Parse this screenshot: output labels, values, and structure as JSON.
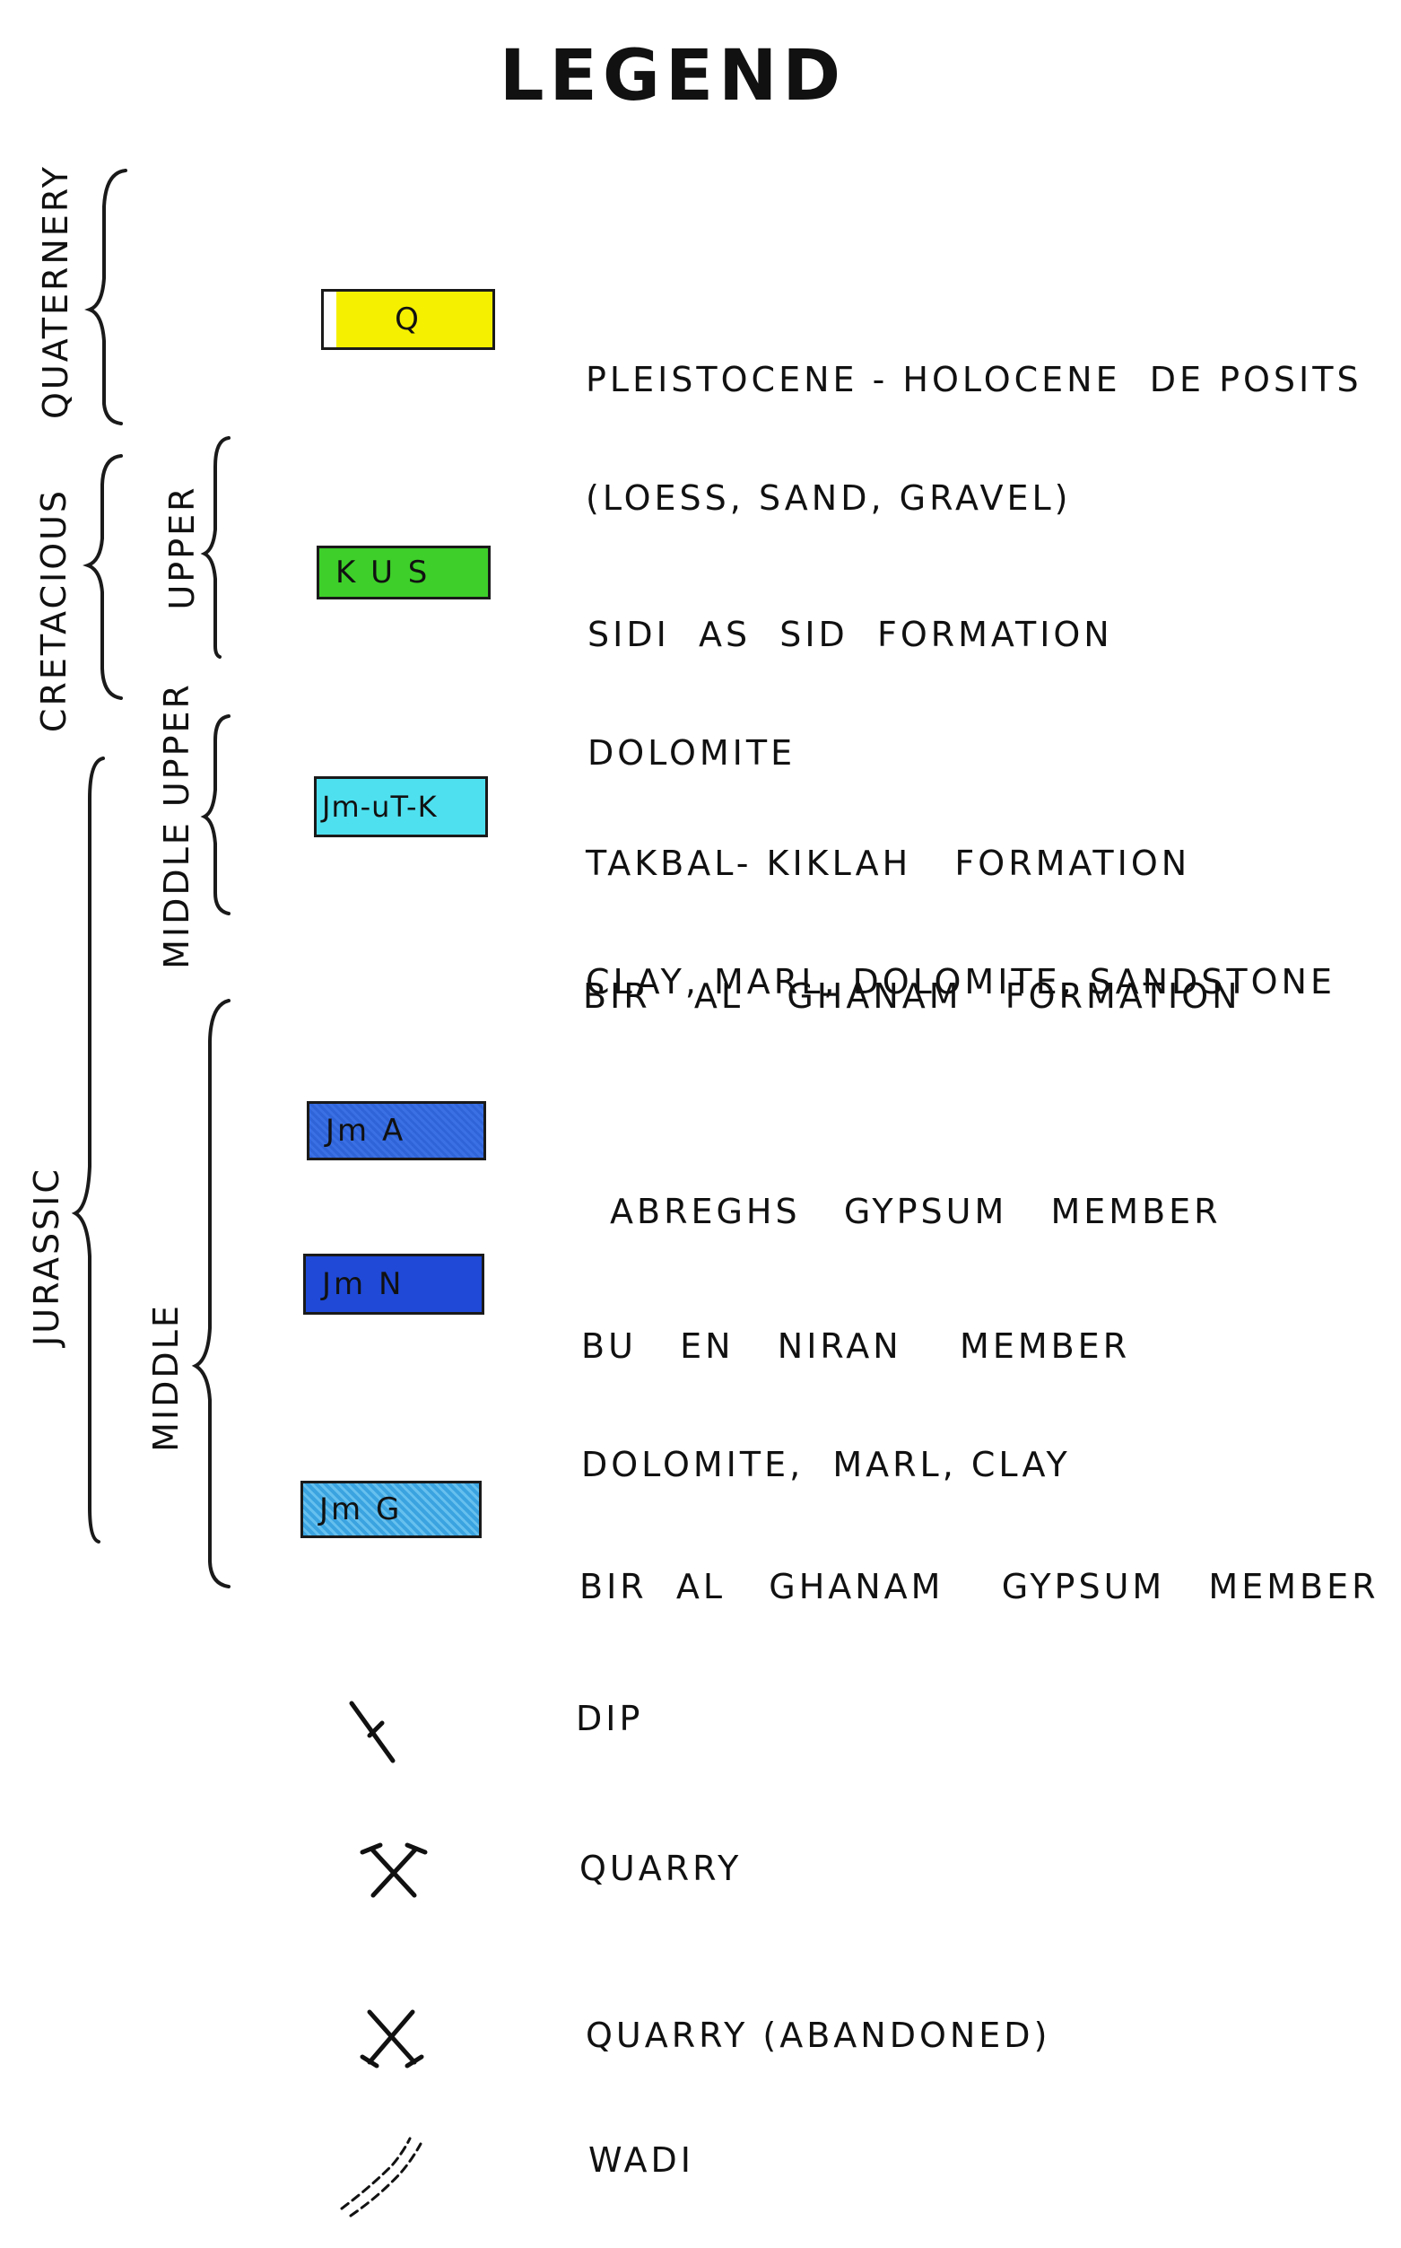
{
  "title": "LEGEND",
  "periods": {
    "quaternery": "QUATERNERY",
    "cretacious": "CRETACIOUS",
    "jurassic": "JURASSIC"
  },
  "subperiods": {
    "upper": "UPPER",
    "middle_upper": "MIDDLE UPPER",
    "middle": "MIDDLE"
  },
  "units": [
    {
      "code": "Q",
      "color": "#f5f000",
      "lines": [
        "PLEISTOCENE - HOLOCENE  DE POSITS",
        "(LOESS, SAND, GRAVEL)"
      ]
    },
    {
      "code": "K U S",
      "color": "#3ecf2a",
      "lines": [
        "SIDI  AS  SID  FORMATION",
        "DOLOMITE"
      ]
    },
    {
      "code": "Jm-uT-K",
      "color": "#4fe0ef",
      "lines": [
        "TAKBAL- KIKLAH   FORMATION",
        "CLAY, MARL, DOLOMITE, SANDSTONE"
      ]
    },
    {
      "code": "Jm  A",
      "color": "#2f63d8",
      "lines": [
        "ABREGHS   GYPSUM   MEMBER"
      ]
    },
    {
      "code": "Jm  N",
      "color": "#1f49d6",
      "lines": [
        "BU   EN   NIRAN    MEMBER",
        "DOLOMITE,  MARL, CLAY"
      ]
    },
    {
      "code": "Jm  G",
      "color": "#3aa3e0",
      "lines": [
        "BIR  AL   GHANAM    GYPSUM   MEMBER"
      ]
    }
  ],
  "formation_heading": "BIR   AL   GHANAM   FORMATION",
  "symbols": [
    {
      "icon": "dip-icon",
      "label": "DIP"
    },
    {
      "icon": "quarry-icon",
      "label": "QUARRY"
    },
    {
      "icon": "abandoned-quarry-icon",
      "label": "QUARRY (ABANDONED)"
    },
    {
      "icon": "wadi-icon",
      "label": "WADI"
    }
  ]
}
